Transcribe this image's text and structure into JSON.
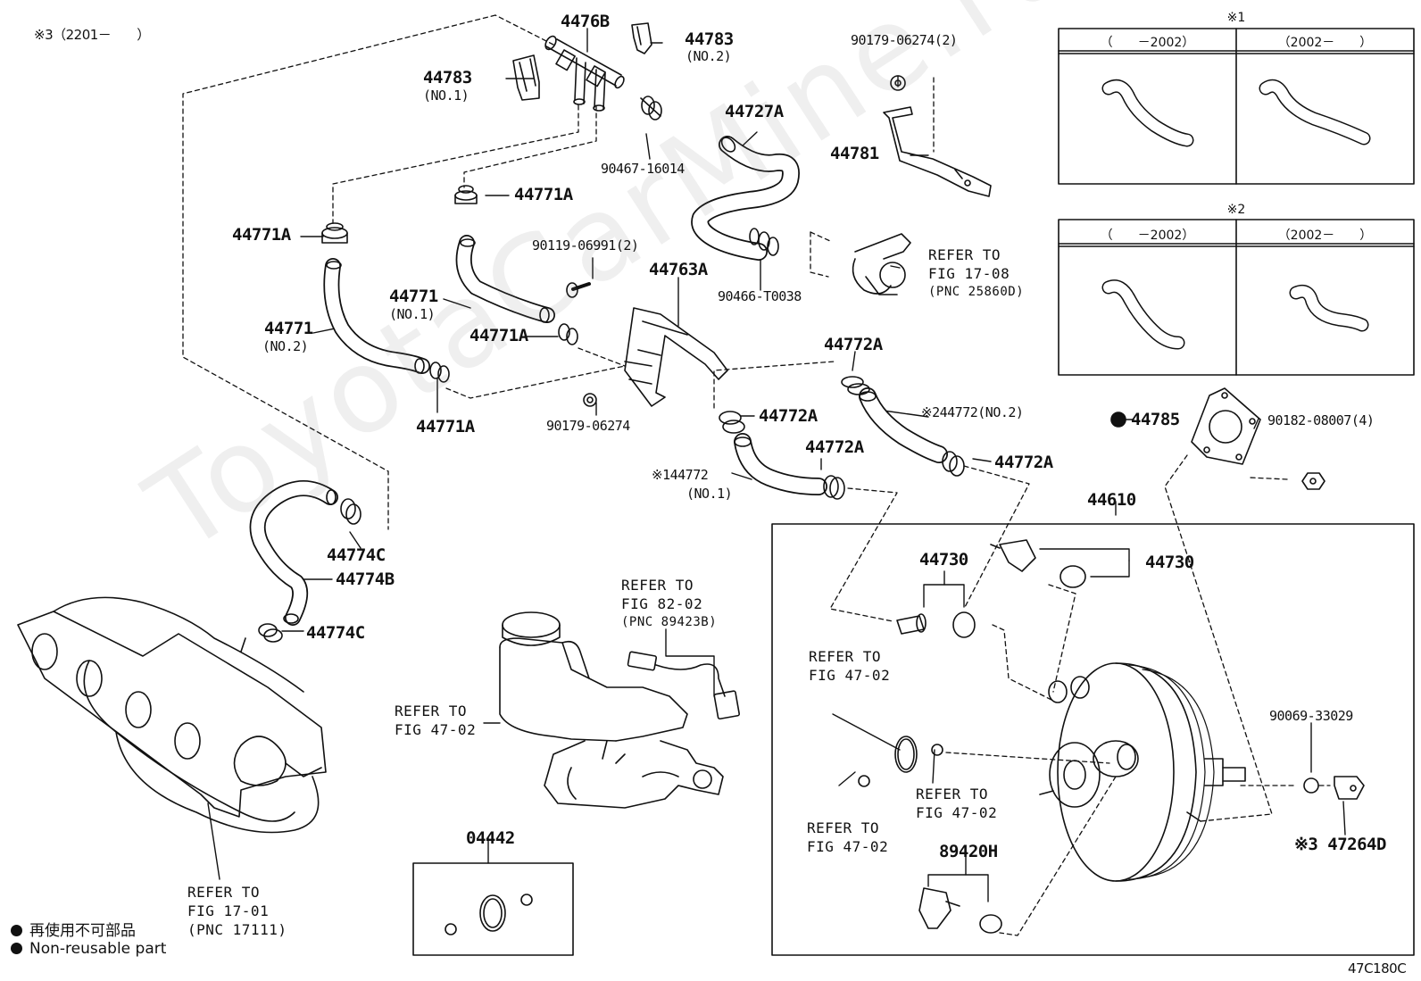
{
  "watermark": "ToyotaCarMine.ru",
  "top_note": "※3（2201－　　）",
  "diagram_code": "47C180C",
  "legend": {
    "jp": "再使用不可部品",
    "en": "Non-reusable part"
  },
  "variants": [
    {
      "mark": "※1",
      "col1": "（　　－2002）",
      "col2": "（2002－　　）"
    },
    {
      "mark": "※2",
      "col1": "（　　－2002）",
      "col2": "（2002－　　）"
    }
  ],
  "parts": {
    "p4476B": "4476B",
    "p44783_no1": "44783",
    "p44783_no1_sub": "(NO.1)",
    "p44783_no2": "44783",
    "p44783_no2_sub": "(NO.2)",
    "p90467": "90467-16014",
    "p44771A_top": "44771A",
    "p44771A_left": "44771A",
    "p44771_no1": "44771",
    "p44771_no1_sub": "(NO.1)",
    "p44771_no2": "44771",
    "p44771_no2_sub": "(NO.2)",
    "p44771A_mid": "44771A",
    "p44771A_bottom": "44771A",
    "p90119": "90119-06991(2)",
    "p44763A": "44763A",
    "p90179_b": "90179-06274",
    "p44727A": "44727A",
    "p90466": "90466-T0038",
    "p90179_a": "90179-06274(2)",
    "p44781": "44781",
    "p44772A_1": "44772A",
    "p44772A_2": "44772A",
    "p44772A_3": "44772A",
    "p44772A_4": "44772A",
    "p44772_no2": "※244772(NO.2)",
    "p44772_no1": "※144772",
    "p44772_no1_sub": "(NO.1)",
    "p44785": "44785",
    "p90182": "90182-08007(4)",
    "p44610": "44610",
    "p44730_a": "44730",
    "p44730_b": "44730",
    "p44774C_a": "44774C",
    "p44774B": "44774B",
    "p44774C_b": "44774C",
    "p90069": "90069-33029",
    "p47264D": "※3 47264D",
    "p89420H": "89420H",
    "p04442": "04442"
  },
  "refs": {
    "r1708": [
      "REFER TO",
      "FIG 17-08",
      "(PNC 25860D)"
    ],
    "r8202": [
      "REFER TO",
      "FIG 82-02",
      "(PNC 89423B)"
    ],
    "r4702_mc": [
      "REFER TO",
      "FIG 47-02"
    ],
    "r4702_a": [
      "REFER TO",
      "FIG 47-02"
    ],
    "r4702_b": [
      "REFER TO",
      "FIG 47-02"
    ],
    "r4702_c": [
      "REFER TO",
      "FIG 47-02"
    ],
    "r1701": [
      "REFER TO",
      "FIG 17-01",
      "(PNC 17111)"
    ]
  }
}
